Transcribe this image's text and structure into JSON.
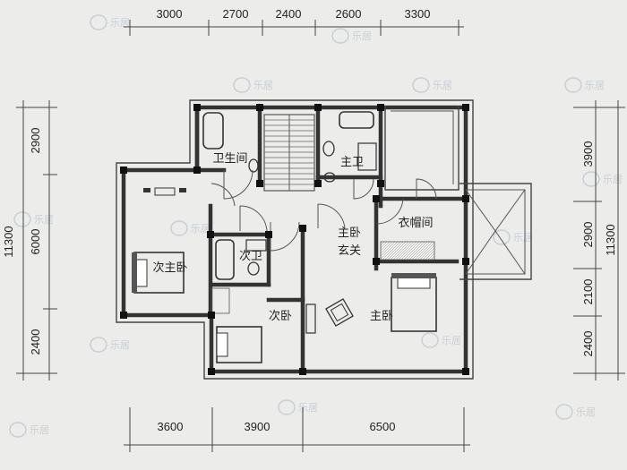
{
  "dimensions": {
    "top": [
      "3000",
      "2700",
      "2400",
      "2600",
      "3300"
    ],
    "bottom": [
      "3600",
      "3900",
      "6500"
    ],
    "left_total": "11300",
    "left": [
      "2900",
      "6000",
      "2400"
    ],
    "right_total": "11300",
    "right": [
      "3900",
      "2900",
      "2100",
      "2400"
    ]
  },
  "rooms": {
    "bathroom": "卫生间",
    "master_bath": "主卫",
    "master_foyer_line1": "主卧",
    "master_foyer_line2": "玄关",
    "cloakroom": "衣帽间",
    "second_master": "次主卧",
    "second_bath": "次卫",
    "second_bedroom": "次卧",
    "master_bedroom": "主卧"
  },
  "watermark": {
    "text": "乐居"
  },
  "colors": {
    "background": "#ececea",
    "wall": "#333333",
    "watermark": "#c9cfd6"
  }
}
